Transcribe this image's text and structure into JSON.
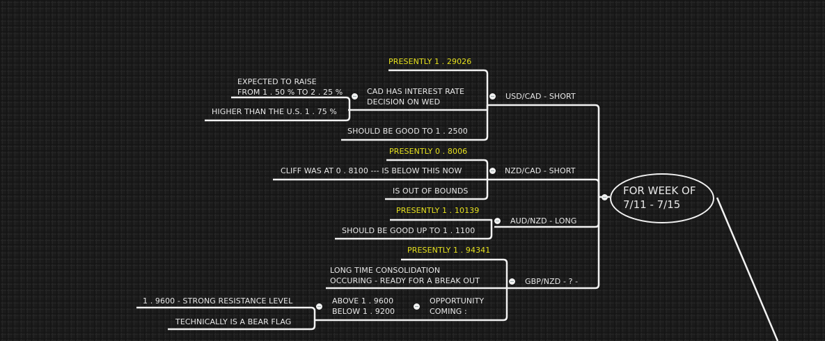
{
  "root": {
    "line1": "FOR WEEK OF",
    "line2": "7/11 - 7/15"
  },
  "branches": {
    "usdcad": {
      "label": "USD/CAD - SHORT",
      "presently": "PRESENTLY 1 . 29026",
      "interest_line1": "CAD HAS INTEREST RATE",
      "interest_line2": "DECISION ON WED",
      "expected_line1": "EXPECTED TO RAISE",
      "expected_line2": "FROM 1 . 50 % TO 2 . 25 %",
      "higher": "HIGHER THAN THE U.S. 1 . 75 %",
      "target": "SHOULD BE GOOD  TO 1 . 2500"
    },
    "nzdcad": {
      "label": "NZD/CAD - SHORT",
      "presently": "PRESENTLY 0 . 8006",
      "cliff": "CLIFF WAS AT 0 . 8100 --- IS BELOW THIS NOW",
      "bounds": "IS OUT OF BOUNDS"
    },
    "audnzd": {
      "label": "AUD/NZD - LONG",
      "presently": "PRESENTLY 1 . 10139",
      "target": "SHOULD BE GOOD UP TO 1 . 1100"
    },
    "gbpnzd": {
      "label": "GBP/NZD -  ? -",
      "presently": "PRESENTLY 1 . 94341",
      "consolidation_line1": "LONG TIME CONSOLIDATION",
      "consolidation_line2": "OCCURING - READY FOR A BREAK OUT",
      "opportunity_line1": "OPPORTUNITY",
      "opportunity_line2": "COMING :",
      "levels_line1": "ABOVE 1 . 9600",
      "levels_line2": "BELOW 1 . 9200",
      "resistance": "1 . 9600 - STRONG RESISTANCE LEVEL",
      "bear_flag": "TECHNICALLY IS A BEAR FLAG"
    }
  },
  "colors": {
    "line": "#f2f2f2",
    "text": "#e8e8e8",
    "highlight": "#e7e21e"
  }
}
